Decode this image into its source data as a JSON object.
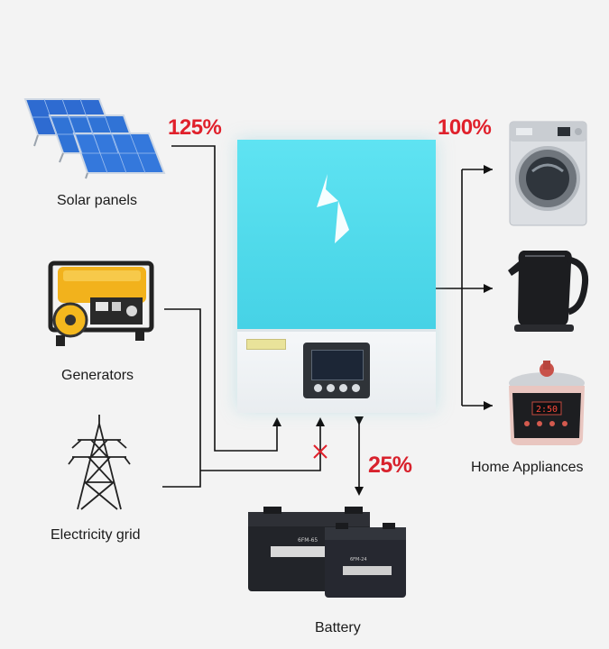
{
  "labels": {
    "solar": "Solar panels",
    "generators": "Generators",
    "grid": "Electricity grid",
    "battery": "Battery",
    "home": "Home Appliances"
  },
  "percentages": {
    "solar_input": "125%",
    "output": "100%",
    "battery": "25%"
  },
  "colors": {
    "accent_red": "#e0202b",
    "inverter_cyan": "#4fd9ea",
    "line": "#111111"
  },
  "battery_markings": {
    "large": "6FM-65",
    "small": "6FM-24"
  },
  "cooker_display": "2:50"
}
